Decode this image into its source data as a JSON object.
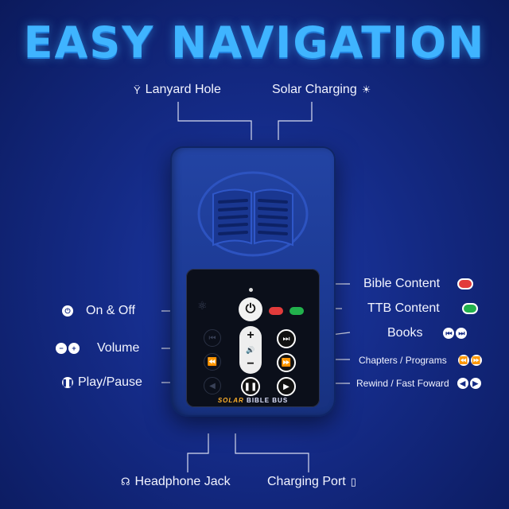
{
  "title": "EASY NAVIGATION",
  "labels": {
    "lanyard": "Lanyard Hole",
    "solar": "Solar Charging",
    "bible_content": "Bible Content",
    "ttb_content": "TTB Content",
    "books": "Books",
    "chapters": "Chapters / Programs",
    "rewind": "Rewind / Fast Foward",
    "on_off": "On & Off",
    "volume": "Volume",
    "play_pause": "Play/Pause",
    "headphone": "Headphone Jack",
    "charging_port": "Charging Port"
  },
  "device": {
    "brand_accent": "SOLAR",
    "brand_rest": " BIBLE BUS"
  },
  "colors": {
    "title": "#3fb4ff",
    "background": "#142a85",
    "device": "#1f3e9c",
    "red_led": "#e23b3b",
    "green_led": "#22b14c"
  }
}
